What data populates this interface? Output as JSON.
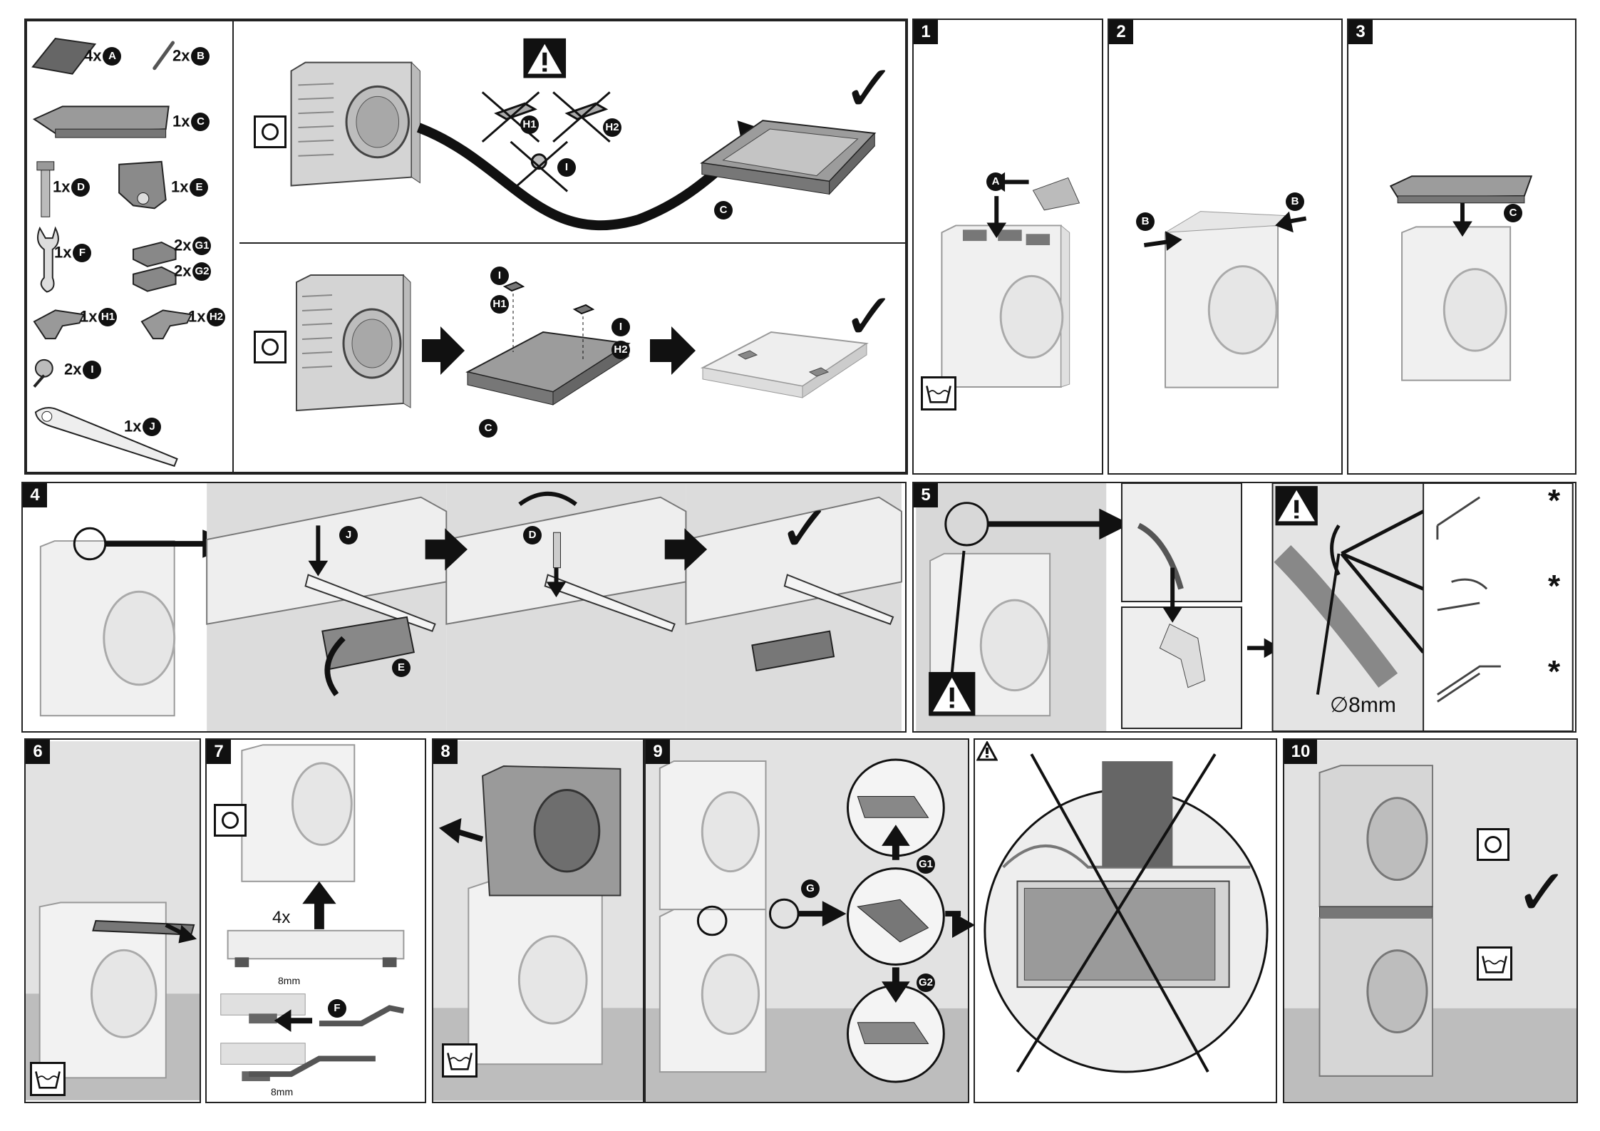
{
  "parts": [
    {
      "qty": "4x",
      "id": "A"
    },
    {
      "qty": "2x",
      "id": "B"
    },
    {
      "qty": "1x",
      "id": "C"
    },
    {
      "qty": "1x",
      "id": "D"
    },
    {
      "qty": "1x",
      "id": "E"
    },
    {
      "qty": "1x",
      "id": "F"
    },
    {
      "qty": "2x",
      "id": "G1"
    },
    {
      "qty": "2x",
      "id": "G2"
    },
    {
      "qty": "1x",
      "id": "H1"
    },
    {
      "qty": "1x",
      "id": "H2"
    },
    {
      "qty": "2x",
      "id": "I"
    },
    {
      "qty": "1x",
      "id": "J"
    }
  ],
  "steps": [
    "1",
    "2",
    "3",
    "4",
    "5",
    "6",
    "7",
    "8",
    "9",
    "10"
  ],
  "callouts": {
    "A": "A",
    "B": "B",
    "C": "C",
    "D": "D",
    "E": "E",
    "F": "F",
    "G": "G",
    "G1": "G1",
    "G2": "G2",
    "H1": "H1",
    "H2": "H2",
    "I": "I",
    "J": "J"
  },
  "measurements": {
    "diameter_label": "8mm",
    "gap_top": "8mm",
    "gap_bottom": "8mm",
    "feet_count": "4x"
  },
  "symbols": {
    "asterisk": "*",
    "check": "✓",
    "diameter": "∅"
  },
  "icons": [
    "dryer-icon",
    "washer-tub-icon",
    "warning-icon",
    "eye-icon",
    "check-icon",
    "arrow-icon"
  ]
}
